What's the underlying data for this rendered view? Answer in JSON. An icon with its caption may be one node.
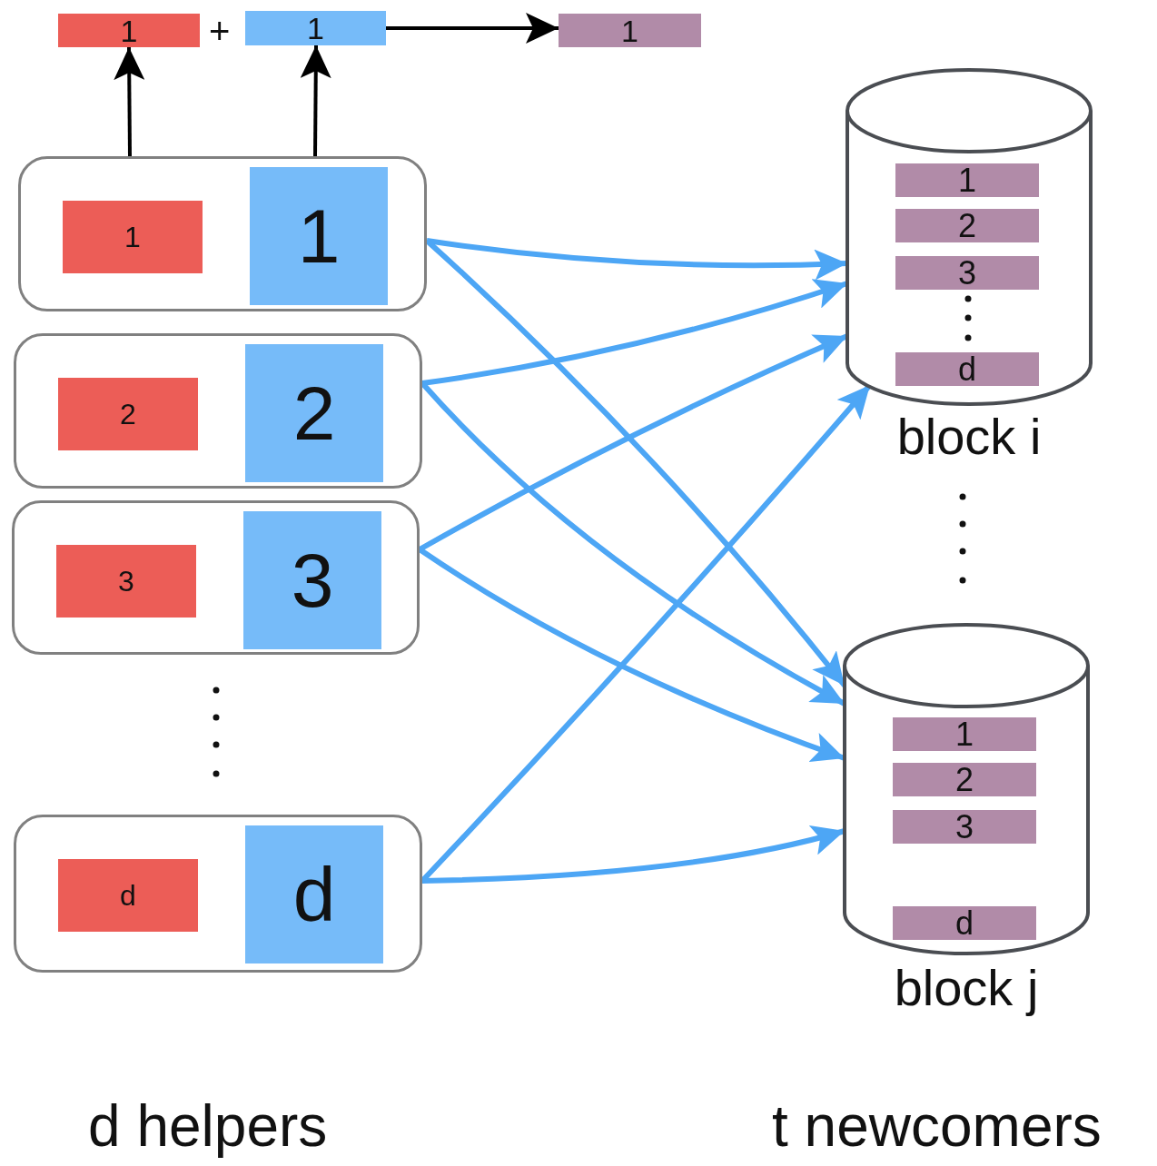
{
  "diagram": {
    "nodes": [
      {
        "text": [
          "1"
        ]
      },
      {
        "text": [
          "1"
        ]
      },
      {
        "text": [
          "1"
        ]
      },
      {
        "text": [],
        "shape": "box"
      },
      {
        "text": [
          "1"
        ],
        "in": 3
      },
      {
        "text": [
          "1"
        ],
        "in": 3
      },
      {
        "text": [],
        "shape": "box"
      },
      {
        "text": [
          "2"
        ],
        "in": 6
      },
      {
        "text": [
          "2"
        ],
        "in": 6
      },
      {
        "text": [],
        "shape": "box"
      },
      {
        "text": [
          "3"
        ],
        "in": 9
      },
      {
        "text": [
          "3"
        ],
        "in": 9
      },
      {
        "text": [],
        "shape": "box"
      },
      {
        "text": [
          "d"
        ],
        "in": 12
      },
      {
        "text": [
          "d"
        ],
        "in": 12
      },
      {
        "text": [
          "block i"
        ]
      },
      {
        "text": [
          "1"
        ],
        "in": 15
      },
      {
        "text": [
          "2"
        ],
        "in": 15
      },
      {
        "text": [
          "3"
        ],
        "in": 15
      },
      {
        "text": [
          "d"
        ],
        "in": 15
      },
      {
        "text": [
          "block j"
        ]
      },
      {
        "text": [
          "1"
        ],
        "in": 20
      },
      {
        "text": [
          "2"
        ],
        "in": 20
      },
      {
        "text": [
          "3"
        ],
        "in": 20
      },
      {
        "text": [
          "d"
        ],
        "in": 20
      }
    ],
    "edges": [
      {
        "from": 3,
        "to": 0,
        "arrow": "to",
        "color": "#000000"
      },
      {
        "from": 3,
        "to": 1,
        "arrow": "to",
        "color": "#000000"
      },
      {
        "from": 1,
        "to": 2,
        "arrow": "to",
        "color": "#000000"
      },
      {
        "from": 3,
        "to": 15,
        "arrow": "to"
      },
      {
        "from": 3,
        "to": 20,
        "arrow": "to"
      },
      {
        "from": 6,
        "to": 15,
        "arrow": "to"
      },
      {
        "from": 6,
        "to": 20,
        "arrow": "to"
      },
      {
        "from": 9,
        "to": 15,
        "arrow": "to"
      },
      {
        "from": 9,
        "to": 20,
        "arrow": "to"
      },
      {
        "from": 12,
        "to": 15,
        "arrow": "to"
      },
      {
        "from": 12,
        "to": 20,
        "arrow": "to"
      }
    ],
    "labels": [
      "+",
      "d helpers",
      "t newcomers"
    ]
  }
}
